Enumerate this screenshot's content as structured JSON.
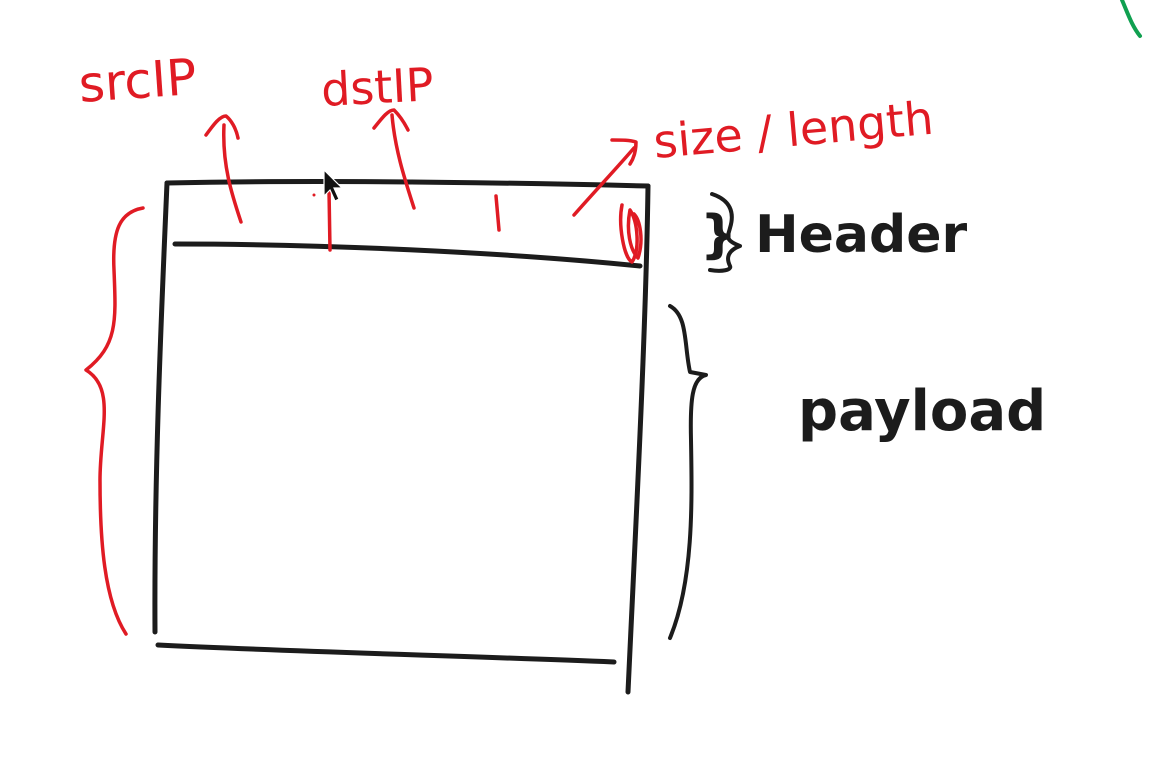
{
  "labels": {
    "src_ip": "srcIP",
    "dst_ip": "dstIP",
    "size_length": "size / length",
    "header": "} Header",
    "payload": "payload"
  },
  "colors": {
    "ink": "#1c1c1c",
    "red": "#e01b24",
    "green": "#10a050",
    "cursor": "#111111"
  }
}
